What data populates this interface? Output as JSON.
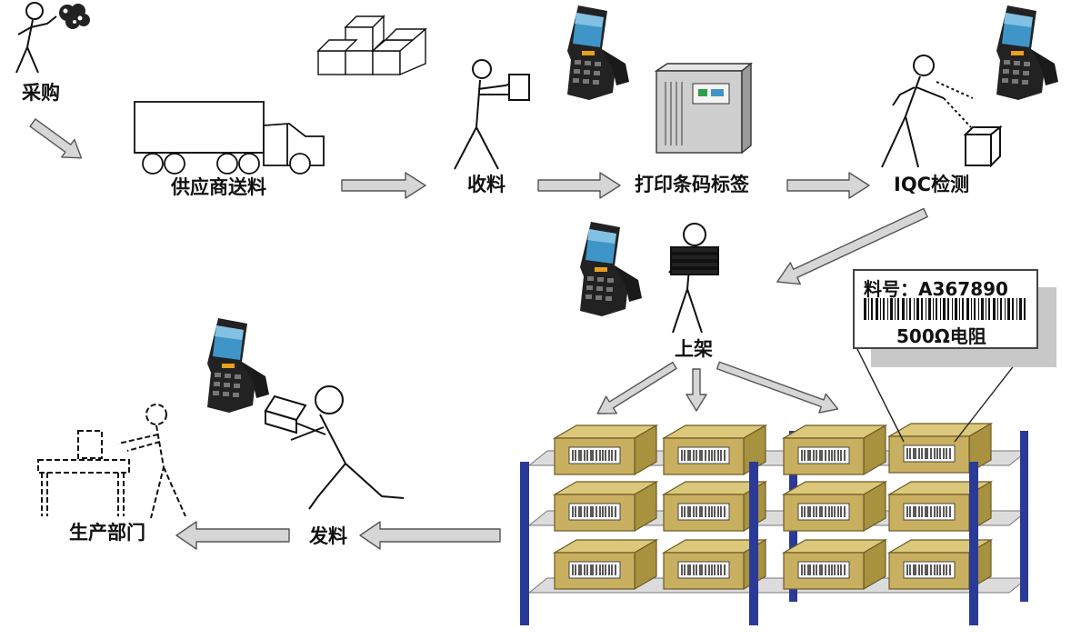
{
  "steps": {
    "procure": "采购",
    "supplier_delivery": "供应商送料",
    "receiving": "收料",
    "print_barcode": "打印条码标签",
    "iqc": "IQC检测",
    "shelving": "上架",
    "issue_material": "发料",
    "production_dept": "生产部门"
  },
  "label_tag": {
    "part_number": "料号：A367890",
    "description": "500Ω电阻"
  },
  "colors": {
    "arrow_fill": "#d6d6d6",
    "arrow_stroke": "#555555",
    "box": "#c9b060",
    "rack_post": "#2a3a96",
    "shelf": "#dcdcdc",
    "scanner_screen": "#3f95c8"
  },
  "icons": [
    "walking-person-icon",
    "truck-icon",
    "carrying-person-icon",
    "barcode-printer-icon",
    "inspector-icon",
    "barcode-scanner-icon",
    "storage-rack-icon"
  ]
}
